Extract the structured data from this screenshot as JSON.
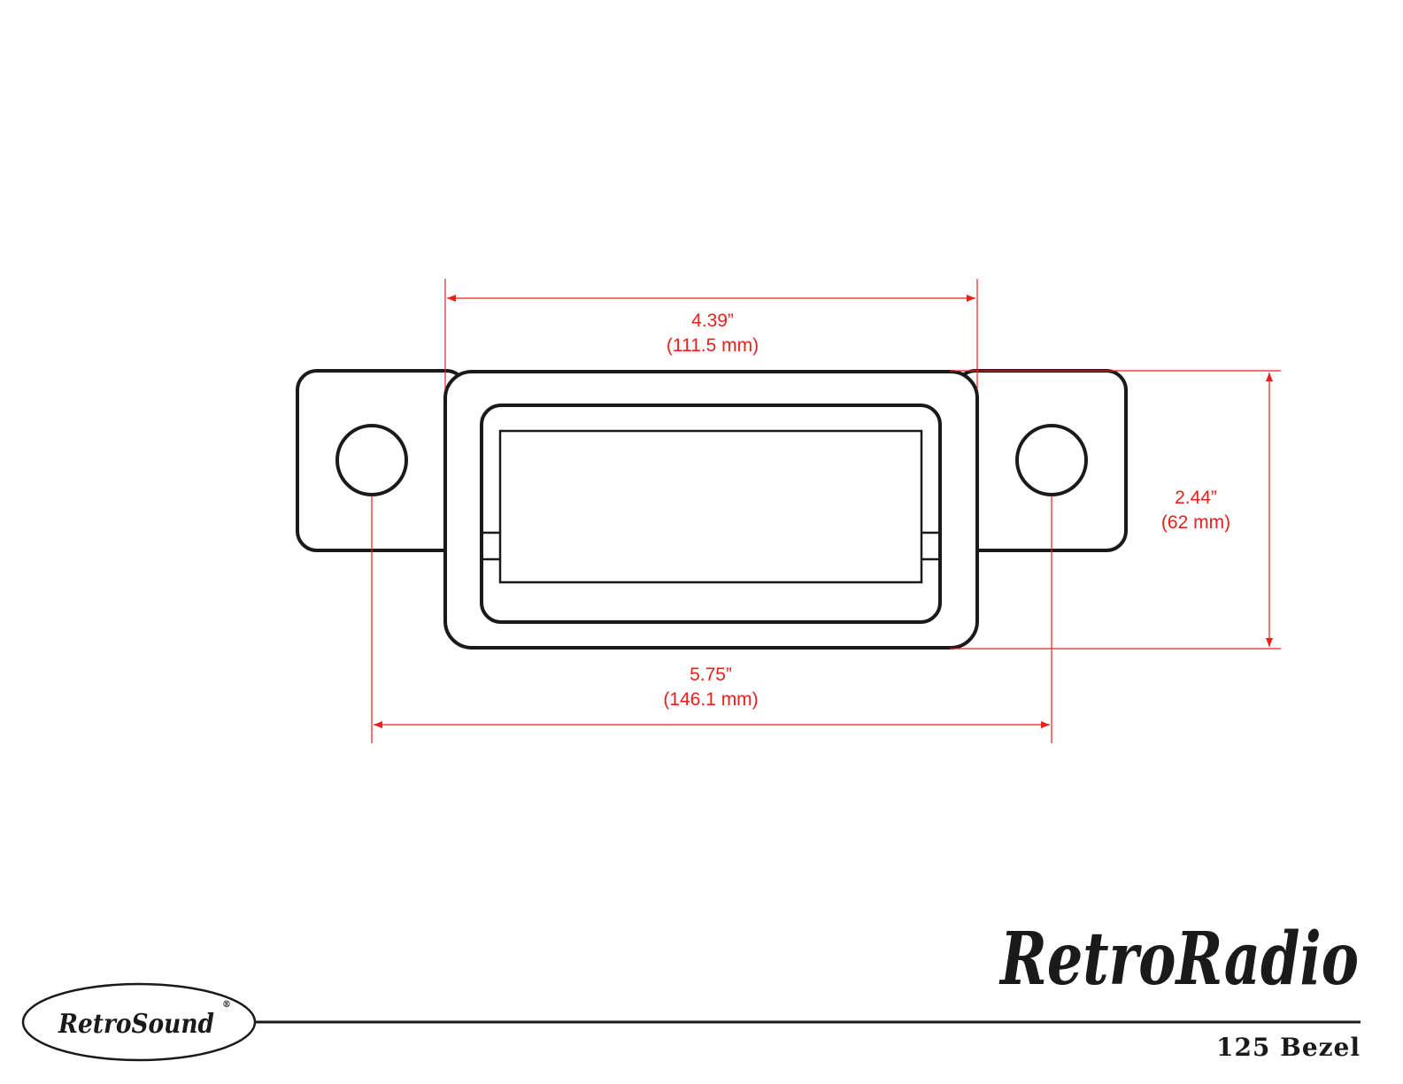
{
  "diagram": {
    "title": "125 Bezel",
    "dimensions": {
      "top_width": {
        "inches": "4.39”",
        "mm": "(111.5 mm)"
      },
      "height": {
        "inches": "2.44”",
        "mm": "(62 mm)"
      },
      "hole_spacing": {
        "inches": "5.75”",
        "mm": "(146.1 mm)"
      }
    },
    "dimension_color": "#e8201c"
  },
  "branding": {
    "main_logo": "RetroRadio",
    "secondary_logo": "RetroSound",
    "registered_mark": "®"
  }
}
